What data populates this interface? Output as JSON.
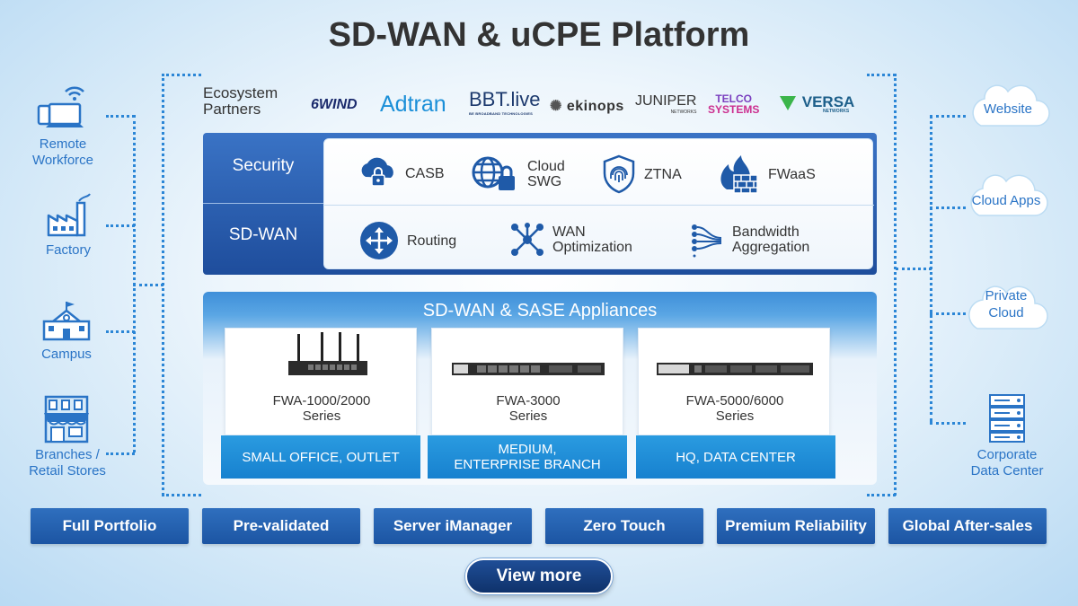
{
  "title": "SD-WAN & uCPE Platform",
  "left_items": [
    {
      "label_1": "Remote",
      "label_2": "Workforce",
      "icon": "laptop-wifi-icon"
    },
    {
      "label_1": "Factory",
      "icon": "factory-icon"
    },
    {
      "label_1": "Campus",
      "icon": "school-icon"
    },
    {
      "label_1": "Branches /",
      "label_2": "Retail Stores",
      "icon": "store-icon"
    }
  ],
  "right_items": [
    {
      "label_1": "Website",
      "icon": "cloud-icon"
    },
    {
      "label_1": "Cloud Apps",
      "icon": "cloud-icon"
    },
    {
      "label_1": "Private",
      "label_2": "Cloud",
      "icon": "cloud-icon"
    },
    {
      "label_1": "Corporate",
      "label_2": "Data Center",
      "icon": "server-rack-icon"
    }
  ],
  "ecosystem": {
    "label_1": "Ecosystem",
    "label_2": "Partners",
    "partners": [
      {
        "name": "6WIND",
        "color": "#1a2a6c"
      },
      {
        "name": "Adtran",
        "color": "#1b8fd8"
      },
      {
        "name": "BBT.live",
        "sub": "BE BROADBAND TECHNOLOGIES",
        "color": "#1d3a6e"
      },
      {
        "name": "ekinops",
        "color": "#333333"
      },
      {
        "name": "JUNIPER",
        "sub": "NETWORKS",
        "color": "#333333"
      },
      {
        "name_1": "TELCO",
        "name_2": "SYSTEMS",
        "color": "#cc2f8f"
      },
      {
        "name": "VERSA",
        "sub": "NETWORKS",
        "color": "#1d5f8a"
      }
    ]
  },
  "security": {
    "label": "Security",
    "features": [
      {
        "label_1": "CASB",
        "icon": "cloud-lock-icon"
      },
      {
        "label_1": "Cloud",
        "label_2": "SWG",
        "icon": "globe-lock-icon"
      },
      {
        "label_1": "ZTNA",
        "icon": "shield-fingerprint-icon"
      },
      {
        "label_1": "FWaaS",
        "icon": "firewall-icon"
      }
    ]
  },
  "sdwan": {
    "label": "SD-WAN",
    "features": [
      {
        "label_1": "Routing",
        "icon": "router-arrows-icon"
      },
      {
        "label_1": "WAN",
        "label_2": "Optimization",
        "icon": "network-nodes-icon"
      },
      {
        "label_1": "Bandwidth",
        "label_2": "Aggregation",
        "icon": "bandwidth-lines-icon"
      }
    ]
  },
  "appliances": {
    "title": "SD-WAN & SASE Appliances",
    "items": [
      {
        "name_1": "FWA-1000/2000",
        "name_2": "Series",
        "segment_1": "SMALL OFFICE, OUTLET"
      },
      {
        "name_1": "FWA-3000",
        "name_2": "Series",
        "segment_1": "MEDIUM,",
        "segment_2": "ENTERPRISE BRANCH"
      },
      {
        "name_1": "FWA-5000/6000",
        "name_2": "Series",
        "segment_1": "HQ, DATA CENTER"
      }
    ]
  },
  "highlights": [
    "Full Portfolio",
    "Pre-validated",
    "Server iManager",
    "Zero Touch",
    "Premium Reliability",
    "Global After-sales"
  ],
  "view_more": "View more",
  "colors": {
    "accent": "#2b86d6",
    "dark_blue": "#1e4d9c",
    "segment_blue": "#1b8bd6"
  }
}
